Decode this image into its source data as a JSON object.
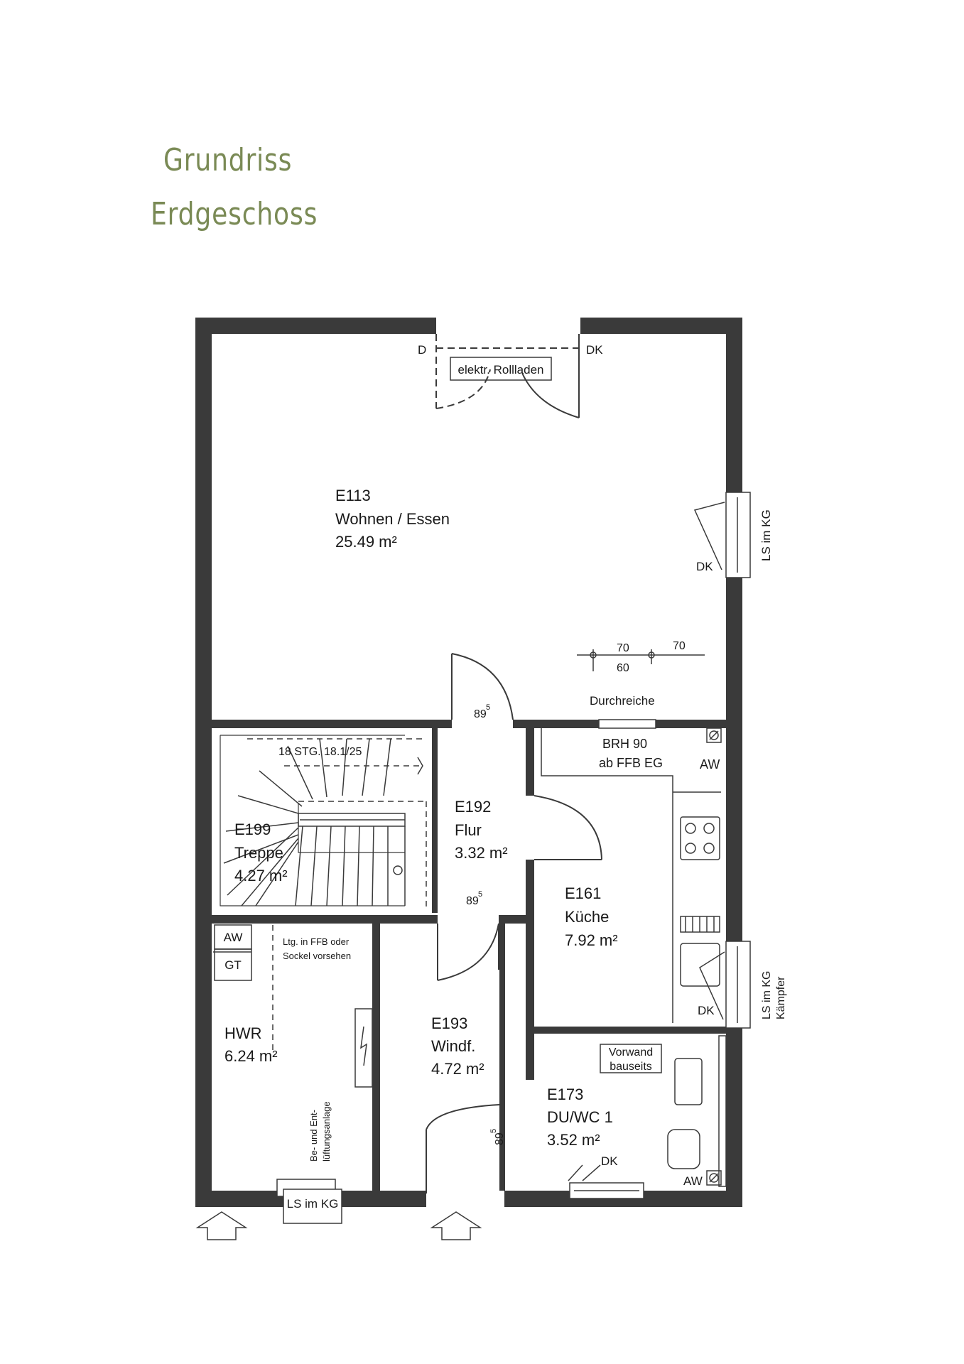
{
  "header": {
    "title_line1": "Grundriss",
    "title_line2": "Erdgeschoss"
  },
  "rooms": {
    "e113": {
      "id": "E113",
      "name": "Wohnen / Essen",
      "area": "25.49 m²"
    },
    "e199": {
      "id": "E199",
      "name": "Treppe",
      "area": "4.27 m²"
    },
    "e192": {
      "id": "E192",
      "name": "Flur",
      "area": "3.32 m²"
    },
    "e161": {
      "id": "E161",
      "name": "Küche",
      "area": "7.92 m²"
    },
    "hwr": {
      "name": "HWR",
      "area": "6.24 m²"
    },
    "e193": {
      "id": "E193",
      "name": "Windf.",
      "area": "4.72 m²"
    },
    "e173": {
      "id": "E173",
      "name": "DU/WC 1",
      "area": "3.52 m²"
    }
  },
  "annotations": {
    "rollladen": "elektr. Rollladen",
    "d": "D",
    "dk": "DK",
    "ls_im_kg": "LS im KG",
    "kaempfer": "Kämpfer",
    "dim_70": "70",
    "dim_60": "60",
    "durchreiche": "Durchreiche",
    "dim_89": "89",
    "dim_sup": "5",
    "stairs": "18 STG. 18.1/25",
    "brh_line1": "BRH 90",
    "brh_line2": "ab FFB EG",
    "aw": "AW",
    "gt": "GT",
    "ltg_line1": "Ltg. in FFB oder",
    "ltg_line2": "Sockel vorsehen",
    "vent_line1": "Be- und Ent-",
    "vent_line2": "lüftungsanlage",
    "vorwand_line1": "Vorwand",
    "vorwand_line2": "bauseits"
  },
  "colors": {
    "wall": "#3a3a3a",
    "title": "#7a8a55"
  }
}
